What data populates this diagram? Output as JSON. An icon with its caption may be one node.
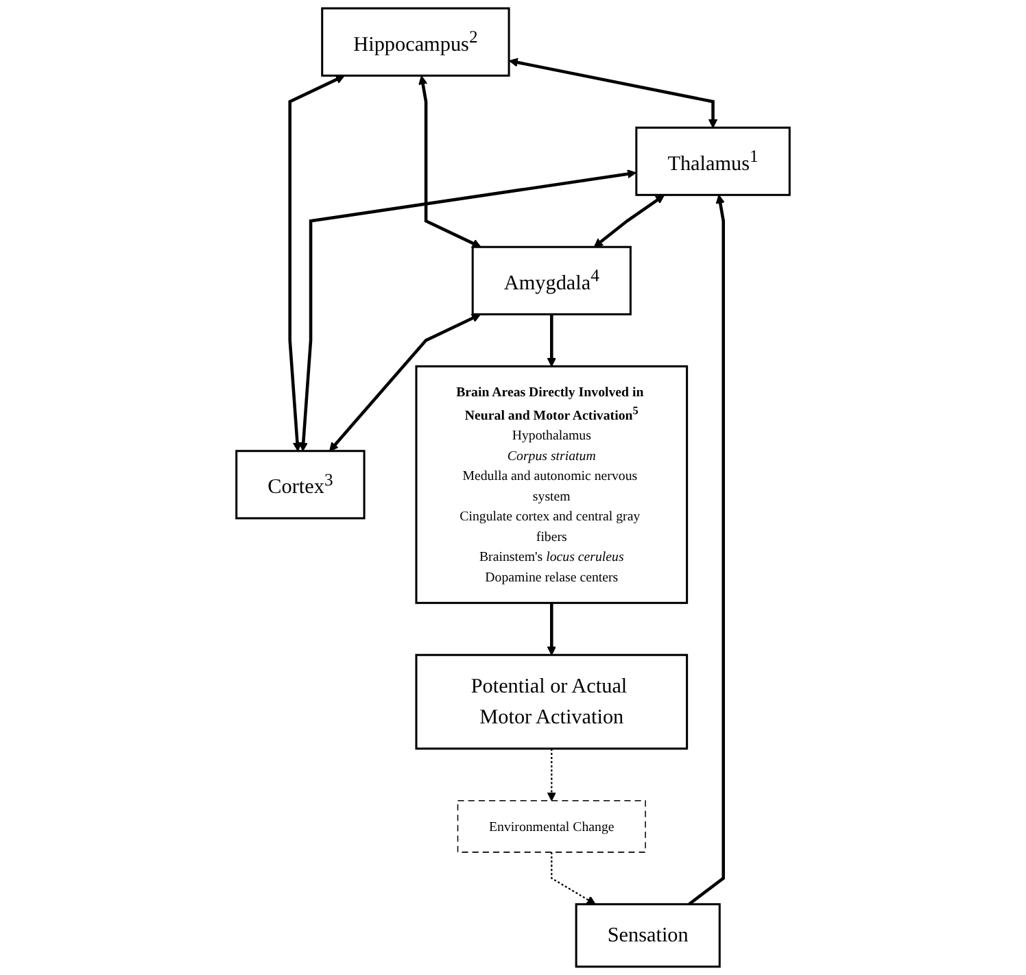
{
  "diagram": {
    "nodes": [
      {
        "text": [
          "Hippocampus$^{2}$"
        ]
      },
      {
        "text": [
          "Thalamus$^{1}$"
        ]
      },
      {
        "text": [
          "Amygdala$^{4}$"
        ]
      },
      {
        "text": [
          "Cortex$^{3}$"
        ]
      },
      {
        "text": [
          "Sensation"
        ]
      },
      {
        "text": [
          "Brain Areas Directly Involved in Neural and Motor Activation$^{5}$",
          "Hypothalamus",
          "*Corpus striatum*",
          "Medulla and autonomic nervous system",
          "Cingulate cortex and central gray fibers",
          "Brainstem's *locus ceruleus*",
          "Dopamine relase centers"
        ]
      },
      {
        "text": [
          "Environmental Change"
        ]
      },
      {
        "text": [
          "Potential or Actual Motor Activation"
        ]
      }
    ],
    "edges": [
      {
        "from": 0,
        "to": 1,
        "arrow": "both"
      },
      {
        "from": 0,
        "to": 2,
        "arrow": "both"
      },
      {
        "from": 0,
        "to": 3,
        "arrow": "both"
      },
      {
        "from": 1,
        "to": 2,
        "arrow": "both"
      },
      {
        "from": 1,
        "to": 3,
        "arrow": "both"
      },
      {
        "from": 2,
        "to": 3,
        "arrow": "both"
      },
      {
        "from": 4,
        "to": 1,
        "arrow": "to"
      },
      {
        "from": 2,
        "to": 5,
        "arrow": "to"
      },
      {
        "from": 5,
        "to": 7,
        "arrow": "to"
      },
      {
        "from": 7,
        "to": 6,
        "arrow": "to",
        "style": "dashed"
      },
      {
        "from": 6,
        "to": 4,
        "arrow": "to",
        "style": "dashed"
      }
    ]
  }
}
